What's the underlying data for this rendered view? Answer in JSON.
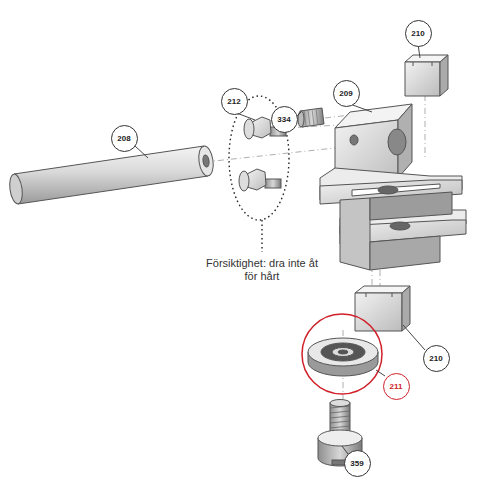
{
  "diagram": {
    "labels": [
      "210",
      "212",
      "334",
      "209",
      "208",
      "Försiktighet: dra inte åt för hårt",
      "210",
      "211",
      "359"
    ]
  }
}
